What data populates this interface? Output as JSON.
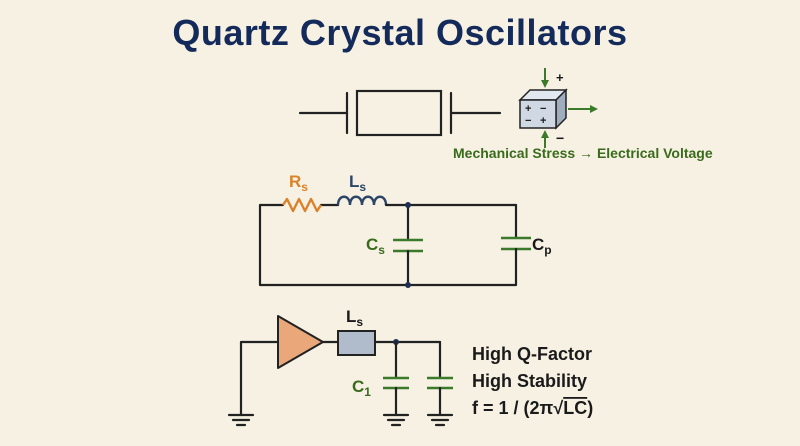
{
  "title": "Quartz Crystal Oscillators",
  "colors": {
    "background": "#f6f1e3",
    "title": "#142a5a",
    "wire": "#222222",
    "resistor": "#d9822b",
    "inductor": "#2d4566",
    "capacitor": "#3a7a2a",
    "amplifier_fill": "#e9a77a",
    "crystal_block_fill": "#b0bccb",
    "piezo_cube_fill": "#cfd8e3"
  },
  "piezo": {
    "caption": "Mechanical Stress → Electrical Voltage",
    "plus_top": "+",
    "minus_bottom": "−",
    "face_plus_left": "+",
    "face_minus_right": "−",
    "face_minus_left": "−",
    "face_plus_right": "+"
  },
  "equivalent_circuit": {
    "r_label": "R",
    "r_sub": "s",
    "l_label": "L",
    "l_sub": "s",
    "cs_label": "C",
    "cs_sub": "s",
    "cp_label": "C",
    "cp_sub": "p"
  },
  "oscillator": {
    "l_label": "L",
    "l_sub": "s",
    "c1_label": "C",
    "c1_sub": "1",
    "notes": [
      "High Q-Factor",
      "High Stability"
    ],
    "formula_prefix": "f = 1 / (2π",
    "formula_radicand": "LC",
    "formula_suffix": ")"
  }
}
